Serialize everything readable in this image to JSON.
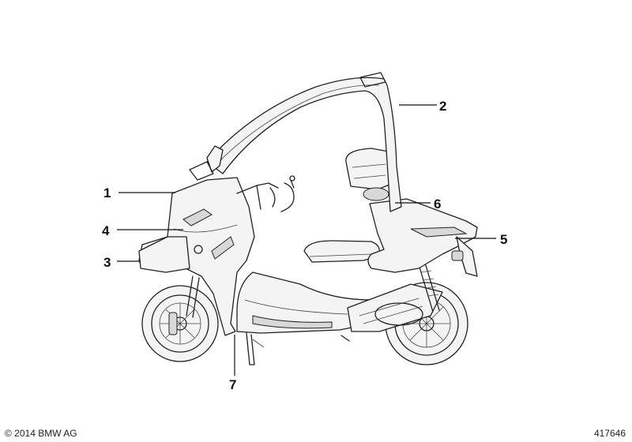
{
  "callouts": [
    {
      "id": "1",
      "label": "1"
    },
    {
      "id": "2",
      "label": "2"
    },
    {
      "id": "3",
      "label": "3"
    },
    {
      "id": "4",
      "label": "4"
    },
    {
      "id": "5",
      "label": "5"
    },
    {
      "id": "6",
      "label": "6"
    },
    {
      "id": "7",
      "label": "7"
    }
  ],
  "footer": {
    "copyright": "© 2014 BMW AG",
    "document_number": "417646"
  }
}
